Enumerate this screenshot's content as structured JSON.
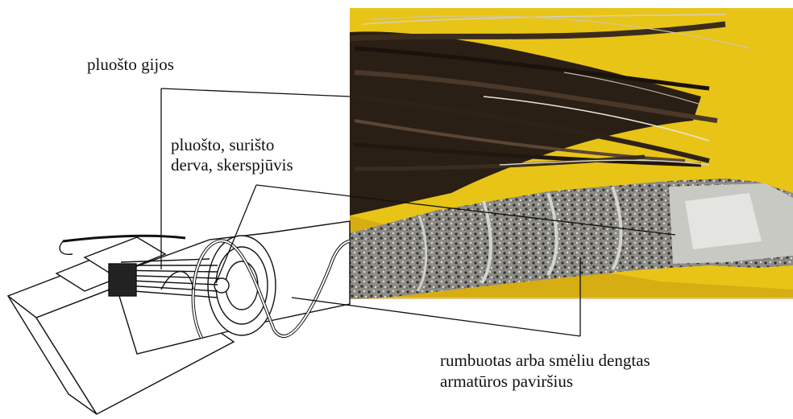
{
  "labels": {
    "fiber_strands": "pluošto gijos",
    "cross_section_line1": "pluošto, surišto",
    "cross_section_line2": "derva, skerspjūvis",
    "surface_line1": "rumbuotas arba smėliu dengtas",
    "surface_line2": "armatūros paviršius"
  },
  "colors": {
    "photo_background": "#e8c417",
    "fiber_dark": "#2a1f15",
    "rebar_grey": "#8a8a82",
    "line": "#111111"
  }
}
